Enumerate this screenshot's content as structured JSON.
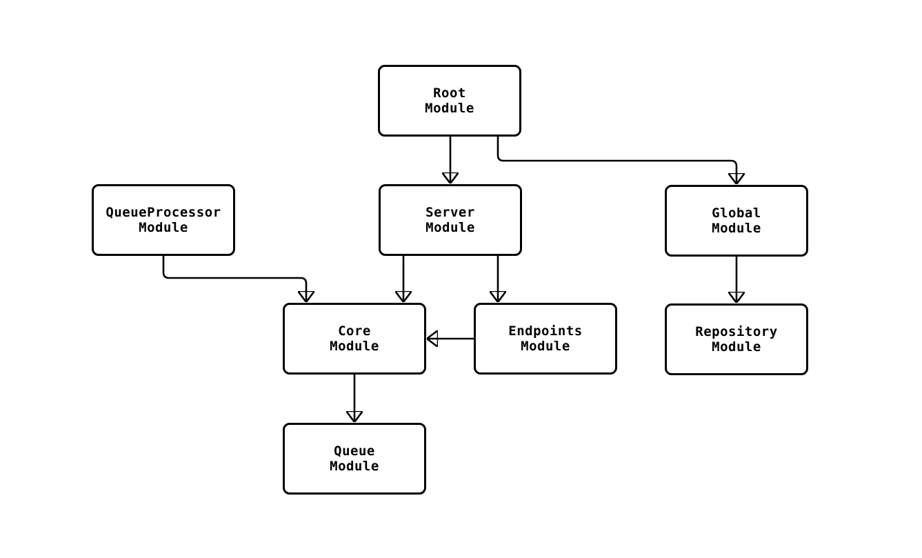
{
  "diagram": {
    "type": "module-dependency-flowchart",
    "background_color": "#ffffff",
    "node_fill_color": "#ffffff",
    "stroke_color": "#000000",
    "text_color": "#000000",
    "nodes": {
      "root": {
        "label": "Root\nModule"
      },
      "queueprocessor": {
        "label": "QueueProcessor\nModule"
      },
      "server": {
        "label": "Server\nModule"
      },
      "global": {
        "label": "Global\nModule"
      },
      "core": {
        "label": "Core\nModule"
      },
      "endpoints": {
        "label": "Endpoints\nModule"
      },
      "repository": {
        "label": "Repository\nModule"
      },
      "queue": {
        "label": "Queue\nModule"
      }
    },
    "edges": [
      {
        "from": "Root Module",
        "to": "Server Module"
      },
      {
        "from": "Root Module",
        "to": "Global Module"
      },
      {
        "from": "QueueProcessor Module",
        "to": "Core Module"
      },
      {
        "from": "Server Module",
        "to": "Core Module"
      },
      {
        "from": "Server Module",
        "to": "Endpoints Module"
      },
      {
        "from": "Endpoints Module",
        "to": "Core Module"
      },
      {
        "from": "Global Module",
        "to": "Repository Module"
      },
      {
        "from": "Core Module",
        "to": "Queue Module"
      }
    ]
  }
}
